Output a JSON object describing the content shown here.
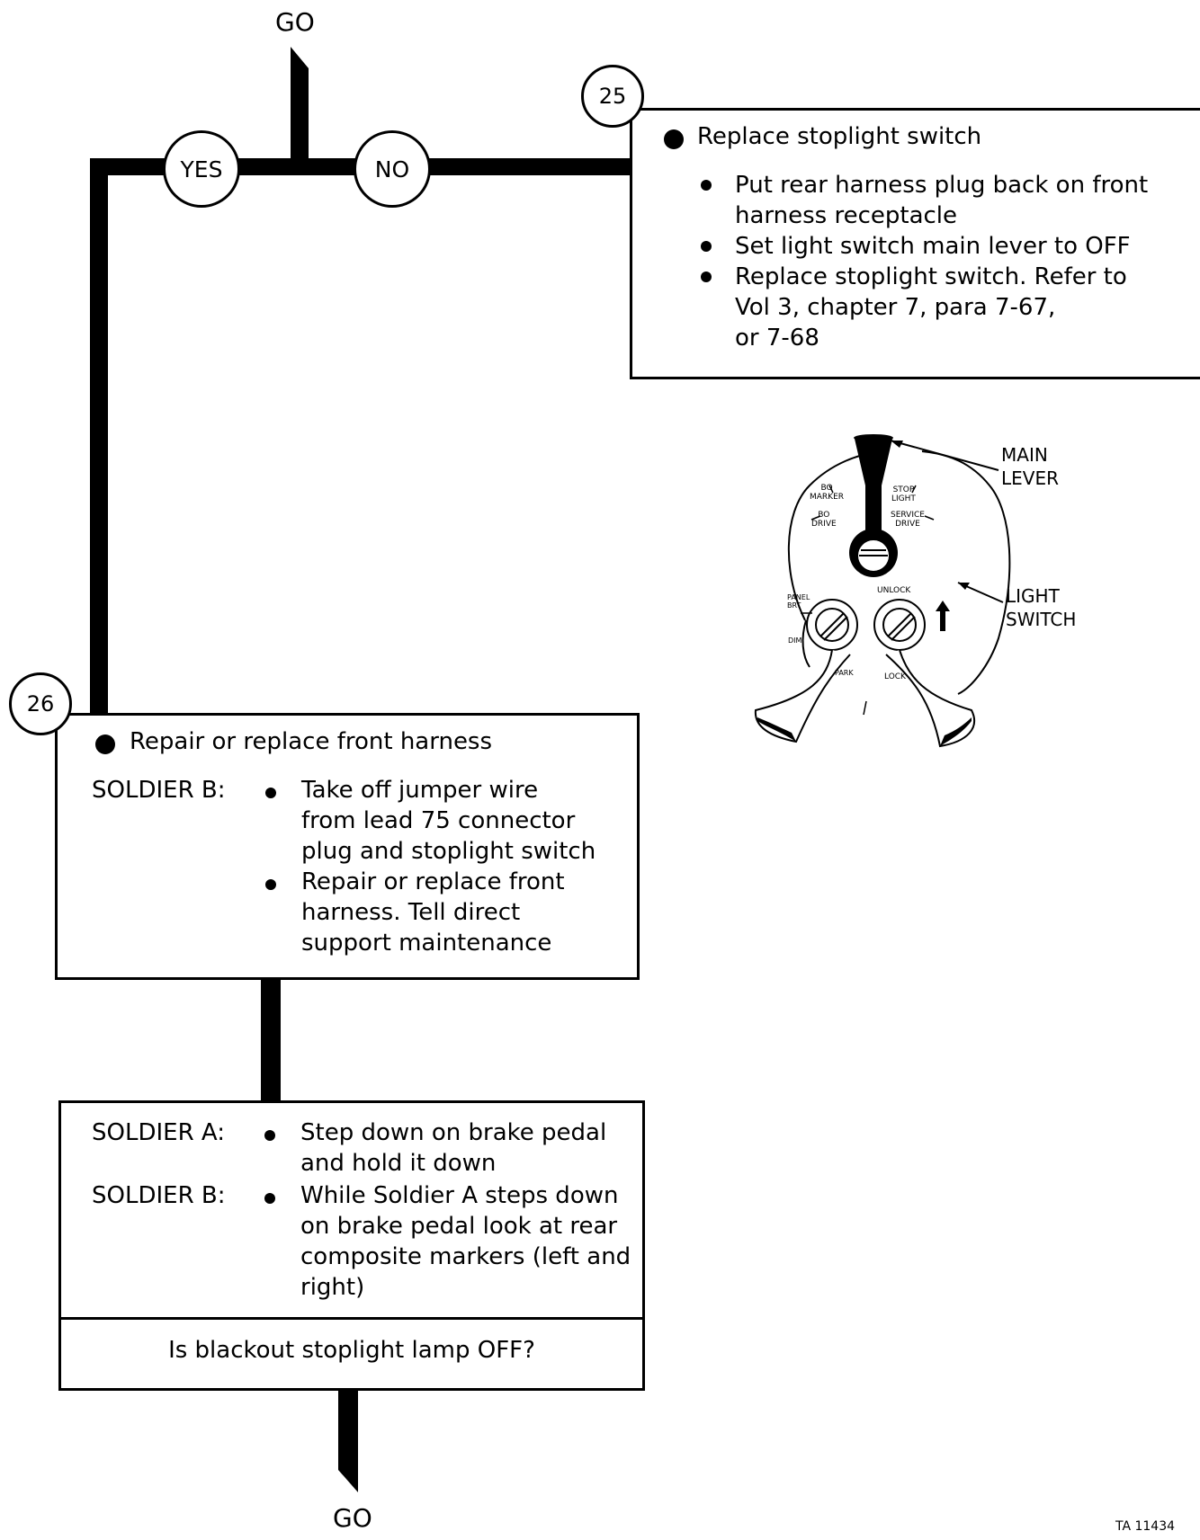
{
  "flow": {
    "top_go": "GO",
    "bottom_go": "GO",
    "yes_label": "YES",
    "no_label": "NO"
  },
  "step25": {
    "number": "25",
    "title": "Replace stoplight switch",
    "items": [
      [
        "Put rear harness plug back on front",
        "harness receptacle"
      ],
      [
        "Set light switch main lever to OFF"
      ],
      [
        "Replace stoplight switch.  Refer to",
        "Vol 3, chapter 7, para 7-67,",
        "or 7-68"
      ]
    ]
  },
  "step26": {
    "number": "26",
    "title": "Repair or replace front harness",
    "actor": "SOLDIER B:",
    "items": [
      [
        "Take off jumper wire",
        "from lead 75 connector",
        "plug and stoplight switch"
      ],
      [
        "Repair or replace front",
        "harness.  Tell direct",
        "support maintenance"
      ]
    ]
  },
  "check": {
    "actor_a": "SOLDIER A:",
    "a_lines": [
      "Step down on brake pedal",
      "and hold it down"
    ],
    "actor_b": "SOLDIER B:",
    "b_lines": [
      "While Soldier A steps down",
      "on brake pedal look at rear",
      "composite markers (left and",
      "right)"
    ],
    "question": "Is blackout stoplight lamp OFF?"
  },
  "figure": {
    "main_lever": [
      "MAIN",
      "LEVER"
    ],
    "light_switch": [
      "LIGHT",
      "SWITCH"
    ],
    "dial": {
      "bo_marker": [
        "BO",
        "MARKER"
      ],
      "bo_drive": [
        "BO",
        "DRIVE"
      ],
      "stop_light": [
        "STOP",
        "LIGHT"
      ],
      "service_drive": [
        "SERVICE",
        "DRIVE"
      ],
      "panel_brt": [
        "PANEL",
        "BRT"
      ],
      "dim": "DIM",
      "unlock": "UNLOCK",
      "park": "PARK",
      "lock": "LOCK"
    }
  },
  "footer": {
    "ta_code": "TA 11434"
  }
}
